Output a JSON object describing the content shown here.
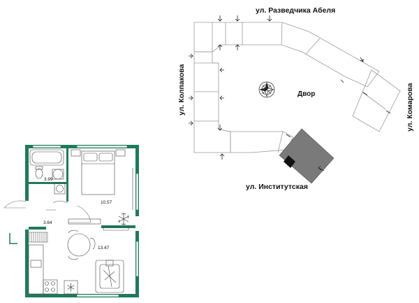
{
  "site_plan": {
    "streets": {
      "north": "ул. Разведчика Абеля",
      "west": "ул. Колпакова",
      "east": "ул. Комарова",
      "south": "ул. Институтская"
    },
    "yard_label": "Двор",
    "colors": {
      "building_outline": "#9a9a9a",
      "highlight_building": "#7a7a7a",
      "highlight_unit": "#111111"
    }
  },
  "floor_plan": {
    "rooms": [
      {
        "id": "bathroom",
        "area": "3.99"
      },
      {
        "id": "bedroom",
        "area": "10.57"
      },
      {
        "id": "hallway",
        "area": "3.64"
      },
      {
        "id": "kitchen-living",
        "area": "13.47"
      }
    ],
    "colors": {
      "wall": "#1f7a5c",
      "window": "#ffffff",
      "furniture": "#444444"
    },
    "icons": [
      "compass-rose-icon",
      "fan-icon",
      "snowflake-icon"
    ]
  }
}
